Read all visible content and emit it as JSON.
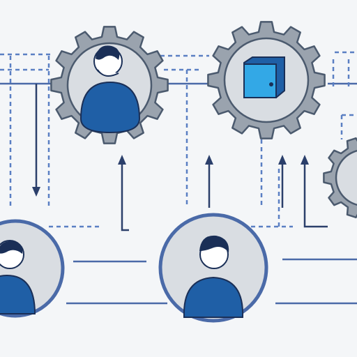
{
  "diagram": {
    "background": "#f4f6f8",
    "colors": {
      "line_blue": "#4a6aa8",
      "dash_blue": "#5a7fc3",
      "arrow_navy": "#2b3f6b",
      "gear_fill": "#9aa3ae",
      "gear_stroke": "#4b5a6e",
      "disk_fill": "#d9dde2",
      "person_blue": "#1f5fa6",
      "person_dark": "#1a2f57",
      "skin": "#ffffff",
      "cube_face": "#33a8e6",
      "cube_side": "#1f5fa6"
    },
    "nodes": [
      {
        "id": "gear-person",
        "kind": "gear",
        "icon": "person-icon"
      },
      {
        "id": "gear-cube",
        "kind": "gear",
        "icon": "cube-icon"
      },
      {
        "id": "gear-partial",
        "kind": "gear",
        "icon": "none"
      },
      {
        "id": "circle-person-left",
        "kind": "circle",
        "icon": "person-icon"
      },
      {
        "id": "circle-person-center",
        "kind": "circle",
        "icon": "person-icon"
      }
    ],
    "arrows": [
      {
        "id": "arrow-down-left",
        "direction": "down"
      },
      {
        "id": "arrow-up-1",
        "direction": "up"
      },
      {
        "id": "arrow-up-2",
        "direction": "up"
      },
      {
        "id": "arrow-up-3",
        "direction": "up"
      },
      {
        "id": "arrow-up-4",
        "direction": "up"
      }
    ]
  }
}
